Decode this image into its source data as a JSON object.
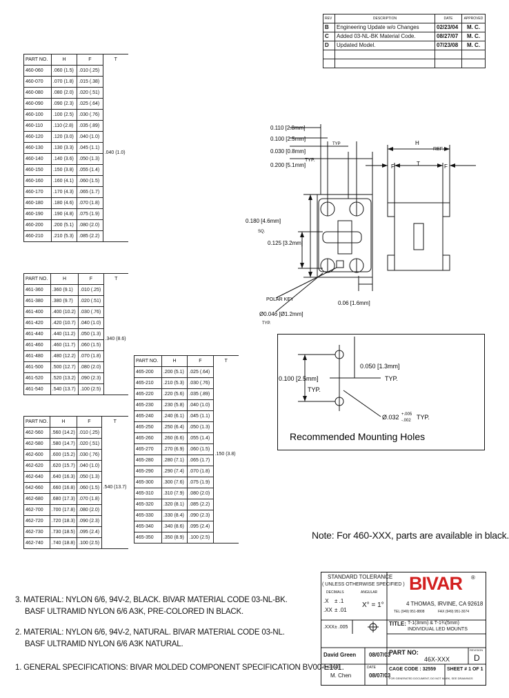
{
  "revision_block": {
    "headers": {
      "rev": "REV",
      "description": "DESCRIPTION",
      "date": "DATE",
      "approved": "APPROVED"
    },
    "rows": [
      {
        "rev": "B",
        "description": "Engineering Update w/o Changes",
        "date": "02/23/04",
        "approved": "M. C."
      },
      {
        "rev": "C",
        "description": "Added 03-NL-BK Material Code.",
        "date": "08/27/07",
        "approved": "M. C."
      },
      {
        "rev": "D",
        "description": "Updated Model.",
        "date": "07/23/08",
        "approved": "M. C."
      }
    ]
  },
  "table_460": {
    "headers": {
      "part": "PART NO.",
      "h": "H",
      "f": "F",
      "t": "T"
    },
    "t_value": ".040 (1.0)",
    "rows": [
      [
        "460-060",
        ".060 (1.5)",
        ".010 (.25)"
      ],
      [
        "460-070",
        ".070 (1.8)",
        ".015 (.38)"
      ],
      [
        "460-080",
        ".080 (2.0)",
        ".020 (.51)"
      ],
      [
        "460-090",
        ".090 (2.3)",
        ".025 (.64)"
      ],
      [
        "460-100",
        ".100 (2.5)",
        ".030 (.76)"
      ],
      [
        "460-110",
        ".110 (2.8)",
        ".035 (.89)"
      ],
      [
        "460-120",
        ".120 (3.0)",
        ".040 (1.0)"
      ],
      [
        "460-130",
        ".130 (3.3)",
        ".045 (1.1)"
      ],
      [
        "460-140",
        ".140 (3.6)",
        ".050 (1.3)"
      ],
      [
        "460-150",
        ".150 (3.8)",
        ".055 (1.4)"
      ],
      [
        "460-160",
        ".160 (4.1)",
        ".060 (1.5)"
      ],
      [
        "460-170",
        ".170 (4.3)",
        ".065 (1.7)"
      ],
      [
        "460-180",
        ".180 (4.6)",
        ".070 (1.8)"
      ],
      [
        "460-190",
        ".190 (4.8)",
        ".075 (1.9)"
      ],
      [
        "460-200",
        ".200 (5.1)",
        ".080 (2.0)"
      ],
      [
        "460-210",
        ".210 (5.3)",
        ".085 (2.2)"
      ]
    ]
  },
  "table_461": {
    "headers": {
      "part": "PART NO.",
      "h": "H",
      "f": "F",
      "t": "T"
    },
    "t_value": ".340 (8.6)",
    "rows": [
      [
        "461-360",
        ".360 (9.1)",
        ".010 (.25)"
      ],
      [
        "461-380",
        ".380 (9.7)",
        ".020 (.51)"
      ],
      [
        "461-400",
        ".400 (10.2)",
        ".030 (.76)"
      ],
      [
        "461-420",
        ".420 (10.7)",
        ".040 (1.0)"
      ],
      [
        "461-440",
        ".440 (11.2)",
        ".050 (1.3)"
      ],
      [
        "461-460",
        ".460 (11.7)",
        ".060 (1.5)"
      ],
      [
        "461-480",
        ".480 (12.2)",
        ".070 (1.8)"
      ],
      [
        "461-500",
        ".500 (12.7)",
        ".080 (2.0)"
      ],
      [
        "461-520",
        ".520 (13.2)",
        ".090 (2.3)"
      ],
      [
        "461-540",
        ".540 (13.7)",
        ".100 (2.5)"
      ]
    ]
  },
  "table_462": {
    "headers": {
      "part": "PART NO.",
      "h": "H",
      "f": "F",
      "t": "T"
    },
    "t_value": ".540 (13.7)",
    "rows": [
      [
        "462-560",
        ".560 (14.2)",
        ".010 (.25)"
      ],
      [
        "462-580",
        ".580 (14.7)",
        ".020 (.51)"
      ],
      [
        "462-600",
        ".600 (15.2)",
        ".030 (.76)"
      ],
      [
        "462-620",
        ".620 (15.7)",
        ".040 (1.0)"
      ],
      [
        "462-640",
        ".640 (16.3)",
        ".050 (1.3)"
      ],
      [
        "642-660",
        ".660 (16.8)",
        ".060 (1.5)"
      ],
      [
        "462-680",
        ".680 (17.3)",
        ".070 (1.8)"
      ],
      [
        "462-700",
        ".700 (17.8)",
        ".080 (2.0)"
      ],
      [
        "462-720",
        ".720 (18.3)",
        ".090 (2.3)"
      ],
      [
        "462-730",
        ".730 (18.5)",
        ".095 (2.4)"
      ],
      [
        "462-740",
        ".740 (18.8)",
        ".100 (2.5)"
      ]
    ]
  },
  "table_465": {
    "headers": {
      "part": "PART NO.",
      "h": "H",
      "f": "F",
      "t": "T"
    },
    "t_value": ".150 (3.8)",
    "rows": [
      [
        "465-200",
        ".200 (5.1)",
        ".025 (.64)"
      ],
      [
        "465-210",
        ".210 (5.3)",
        ".030 (.76)"
      ],
      [
        "465-220",
        ".220 (5.6)",
        ".035 (.89)"
      ],
      [
        "465-230",
        ".230 (5.8)",
        ".040 (1.0)"
      ],
      [
        "465-240",
        ".240 (6.1)",
        ".045 (1.1)"
      ],
      [
        "465-250",
        ".250 (6.4)",
        ".050 (1.3)"
      ],
      [
        "465-260",
        ".260 (6.6)",
        ".055 (1.4)"
      ],
      [
        "465-270",
        ".270 (6.9)",
        ".060 (1.5)"
      ],
      [
        "465-280",
        ".280 (7.1)",
        ".065 (1.7)"
      ],
      [
        "465-290",
        ".290 (7.4)",
        ".070 (1.8)"
      ],
      [
        "465-300",
        ".300 (7.6)",
        ".075 (1.9)"
      ],
      [
        "465-310",
        ".310 (7.9)",
        ".080 (2.0)"
      ],
      [
        "465-320",
        ".320 (8.1)",
        ".085 (2.2)"
      ],
      [
        "465-330",
        ".330 (8.4)",
        ".090 (2.3)"
      ],
      [
        "465-340",
        ".340 (8.6)",
        ".095 (2.4)"
      ],
      [
        "465-350",
        ".350 (8.9)",
        ".100 (2.5)"
      ]
    ]
  },
  "drawing": {
    "dim_0110": "0.110 [2.8mm]",
    "dim_0100": "0.100 [2.5mm]",
    "dim_0030": "0.030 [0.8mm]",
    "dim_0200": "0.200 [5.1mm]",
    "typ": "TYP.",
    "typ_cap": "TYP",
    "dim_0180": "0.180 [4.6mm]",
    "sq": "SQ.",
    "dim_0125": "0.125 [3.2mm]",
    "h_label": "H",
    "ref": "REF.",
    "f_label": "F",
    "t_label": "T",
    "polar_key": "POLAR KEY",
    "dim_006": "0.06 [1.6mm]",
    "dia_hole": "Ø0.046 [Ø1.2mm]",
    "typ_lower": "TYP."
  },
  "mounting": {
    "dim_0100": "0.100 [2.5mm]",
    "typ": "TYP.",
    "dim_0050": "0.050 [1.3mm]",
    "typ2": "TYP.",
    "dia": "Ø.032",
    "tol_plus": "+.005",
    "tol_minus": "-.002",
    "typ3": "TYP.",
    "caption": "Recommended Mounting Holes"
  },
  "note_black": "Note: For 460-XXX, parts are available in black.",
  "notes": [
    "3.  MATERIAL: NYLON 6/6, 94V-2, BLACK. BIVAR MATERIAL CODE 03-NL-BK.",
    "BASF ULTRAMID NYLON 6/6 A3K, PRE-COLORED IN BLACK.",
    "2.  MATERIAL: NYLON 6/6, 94V-2, NATURAL. BIVAR MATERIAL CODE 03-NL.",
    "BASF ULTRAMID NYLON 6/6 A3K NATURAL.",
    "1.  GENERAL SPECIFICATIONS: BIVAR MOLDED COMPONENT SPECIFICATION BV00-E101."
  ],
  "title_block": {
    "std_tol": "STANDARD TOLERANCE",
    "unless": "( UNLESS OTHERWISE SPECIFIED )",
    "decimals": "DECIMALS",
    "angular": "ANGULAR",
    "x": ".X",
    "x_tol": "± .1",
    "xx": ".XX",
    "xx_tol": "± .01",
    "xxx": ".XXX",
    "xxx_tol": "± .005",
    "ang_tol": "X° = 1°",
    "brand": "BIVAR",
    "reg": "®",
    "address": "4 THOMAS, IRVINE, CA 92618",
    "tel": "TEL (949) 951-8808",
    "fax": "FAX (949) 951-3074",
    "title_label": "TITLE:",
    "title_line1": "T-1(3mm) & T-1¾(5mm)",
    "title_line2": "INDIVIDUAL LED MOUNTS",
    "drawn_by": "David Green",
    "drawn_date": "08/07/03",
    "part_no_label": "PART NO:",
    "part_no": "46X-XXX",
    "revision_label": "REVISION",
    "revision": "D",
    "checked_label": "CHECKED",
    "checked_by": "M. Chen",
    "date_label": "DATE",
    "checked_date": "08/07/03",
    "cage_code": "CAGE CODE : 32559",
    "sheet": "SHEET # 1 OF 1",
    "uncontrolled": "FOR GENERATED DOCUMENT, DO NOT MARK, SEE DRAWINGS"
  }
}
